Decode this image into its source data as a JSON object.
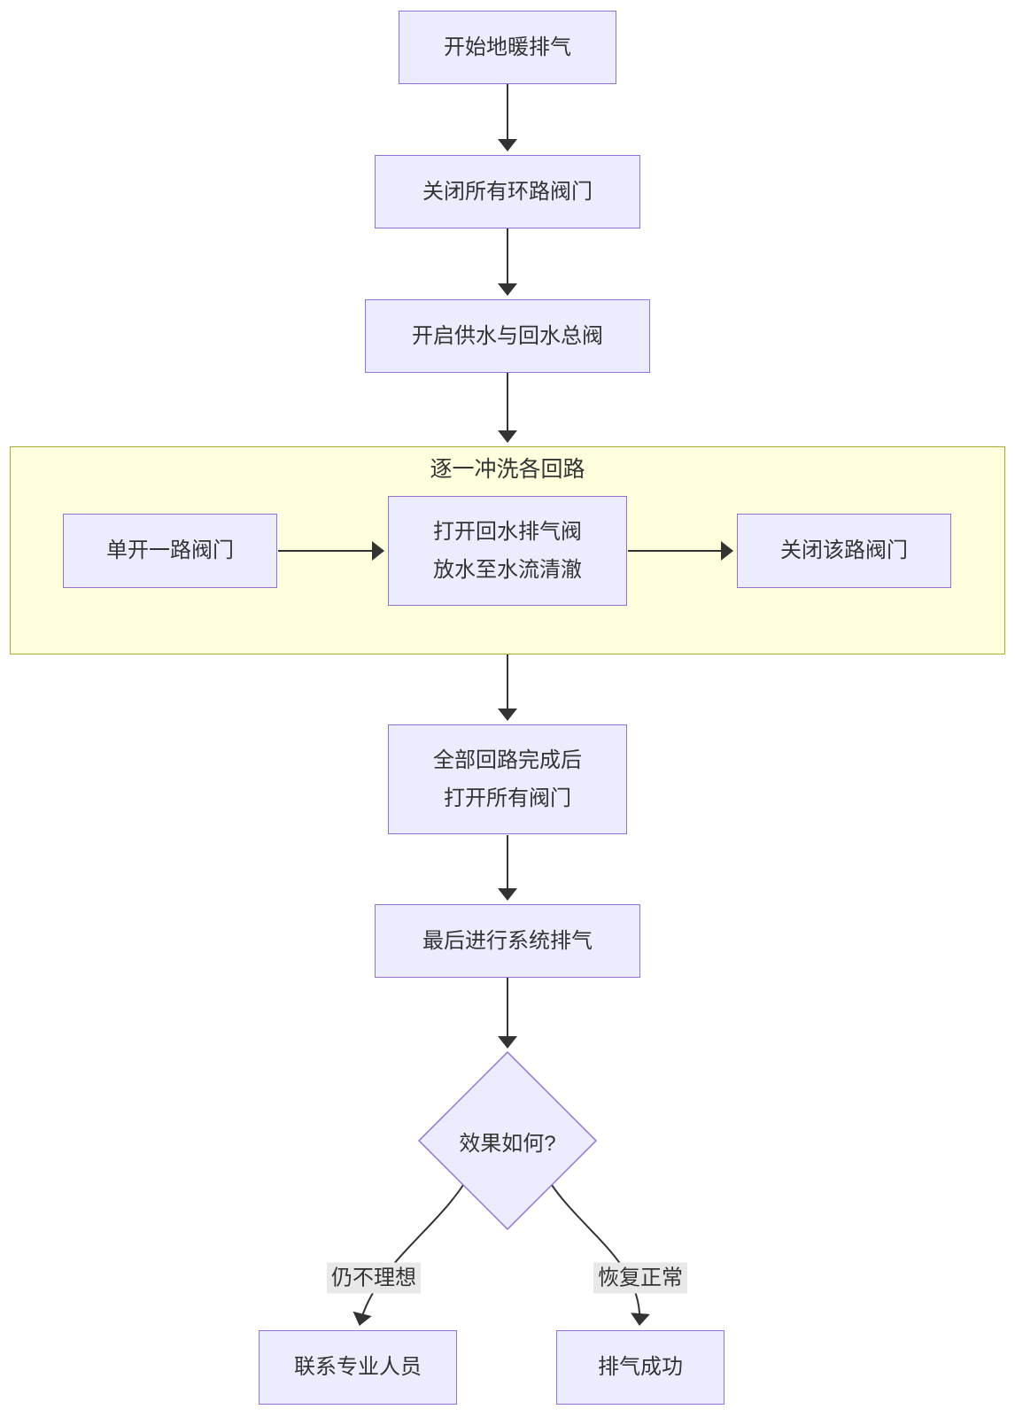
{
  "flowchart": {
    "subgraph": {
      "title": "逐一冲洗各回路"
    },
    "nodes": {
      "start": "开始地暖排气",
      "close_all": "关闭所有环路阀门",
      "open_main": "开启供水与回水总阀",
      "single_open": "单开一路阀门",
      "flush_l1": "打开回水排气阀",
      "flush_l2": "放水至水流清澈",
      "close_loop": "关闭该路阀门",
      "all_done_l1": "全部回路完成后",
      "all_done_l2": "打开所有阀门",
      "sys_vent": "最后进行系统排气",
      "decision": "效果如何?",
      "contact_pro": "联系专业人员",
      "vent_success": "排气成功"
    },
    "edge_labels": {
      "not_ideal": "仍不理想",
      "recovered": "恢复正常"
    },
    "colors": {
      "node_fill": "#ECECFF",
      "node_border": "#9370DB",
      "cluster_fill": "#FFFFDE",
      "cluster_border": "#AAAA33",
      "edge": "#333333",
      "edge_label_bg": "#E8E8E8",
      "text": "#333333"
    }
  }
}
